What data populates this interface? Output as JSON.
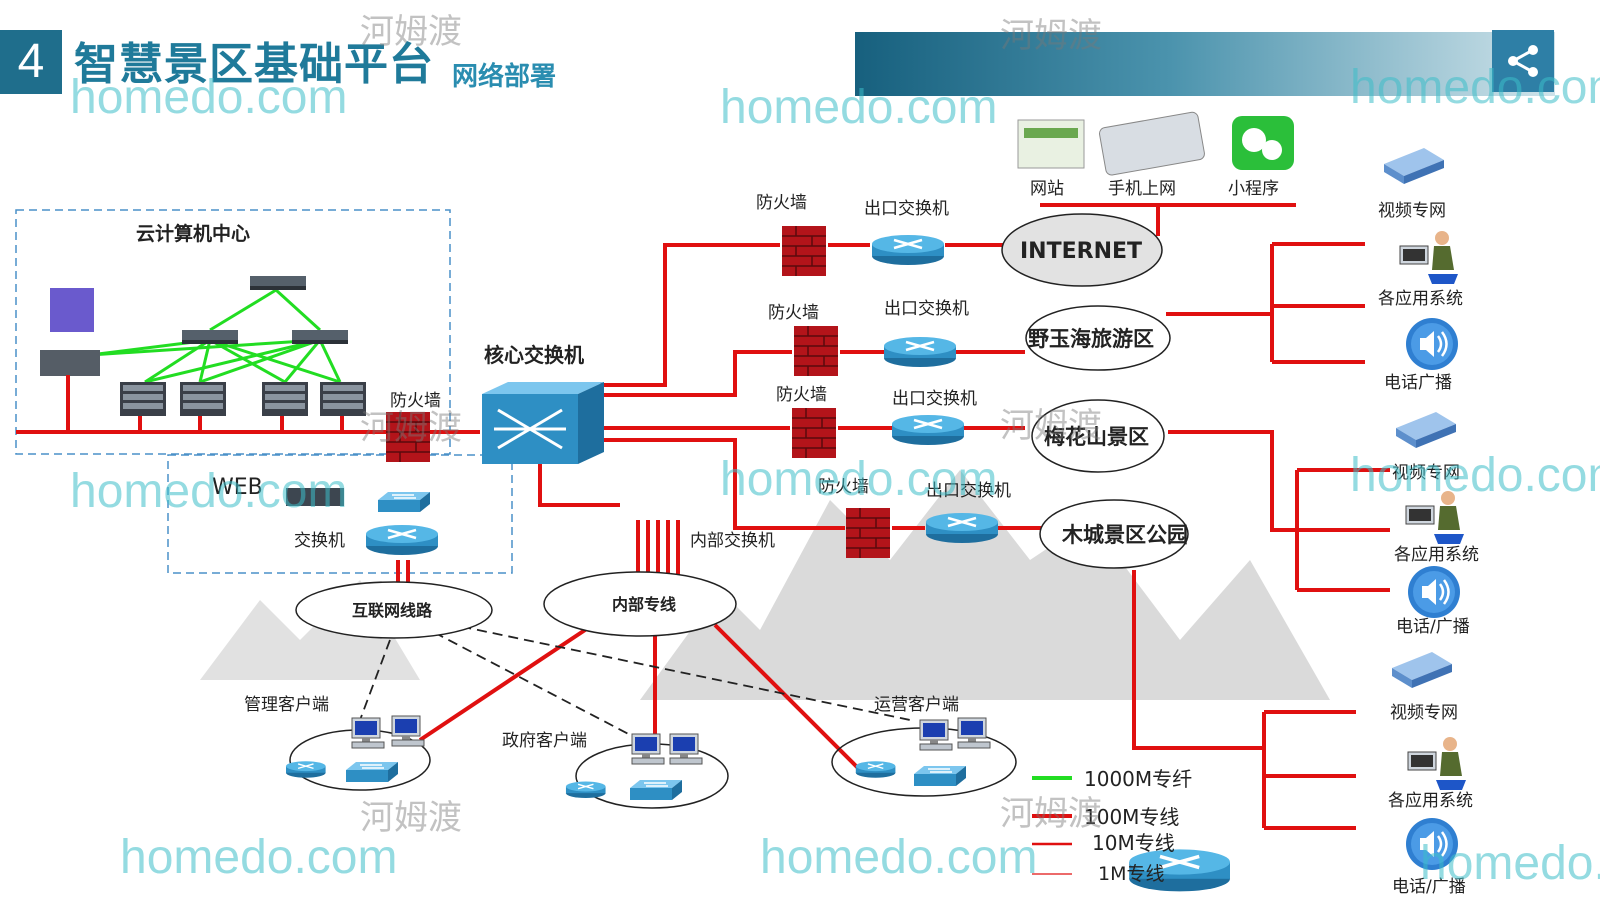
{
  "header": {
    "number": "4",
    "title": "智慧景区基础平台",
    "subtitle": "网络部署"
  },
  "colors": {
    "accent": "#1f6e8c",
    "gigabit": "#22dd22",
    "line_red": "#e01010"
  },
  "icons": {
    "share": "share-icon"
  },
  "diagram": {
    "cloud_center_title": "云计算机中心",
    "web_label": "WEB",
    "switch_label": "交换机",
    "firewall_left": "防火墙",
    "core_switch": "核心交换机",
    "internal_switch": "内部交换机",
    "internet_line_cloud": "互联网线路",
    "internal_line_cloud": "内部专线",
    "internet": "INTERNET",
    "branches": [
      {
        "firewall": "防火墙",
        "exit_switch": "出口交换机",
        "cloud": "INTERNET"
      },
      {
        "firewall": "防火墙",
        "exit_switch": "出口交换机",
        "cloud": "野玉海旅游区"
      },
      {
        "firewall": "防火墙",
        "exit_switch": "出口交换机",
        "cloud": "梅花山景区"
      },
      {
        "firewall": "防火墙",
        "exit_switch": "出口交换机",
        "cloud": "木城景区公园"
      }
    ],
    "internet_services": [
      "网站",
      "手机上网",
      "小程序"
    ],
    "right_groups": [
      {
        "items": [
          "视频专网",
          "各应用系统",
          "电话广播"
        ]
      },
      {
        "items": [
          "视频专网",
          "各应用系统",
          "电话/广播"
        ]
      },
      {
        "items": [
          "视频专网",
          "各应用系统",
          "电话/广播"
        ]
      }
    ],
    "clients": [
      "管理客户端",
      "政府客户端",
      "运营客户端"
    ],
    "legend": [
      "1000M专纤",
      "100M专线",
      "10M专线",
      "1M专线"
    ]
  },
  "watermarks": {
    "brand": "homedo.com",
    "cn": "河姆渡"
  }
}
